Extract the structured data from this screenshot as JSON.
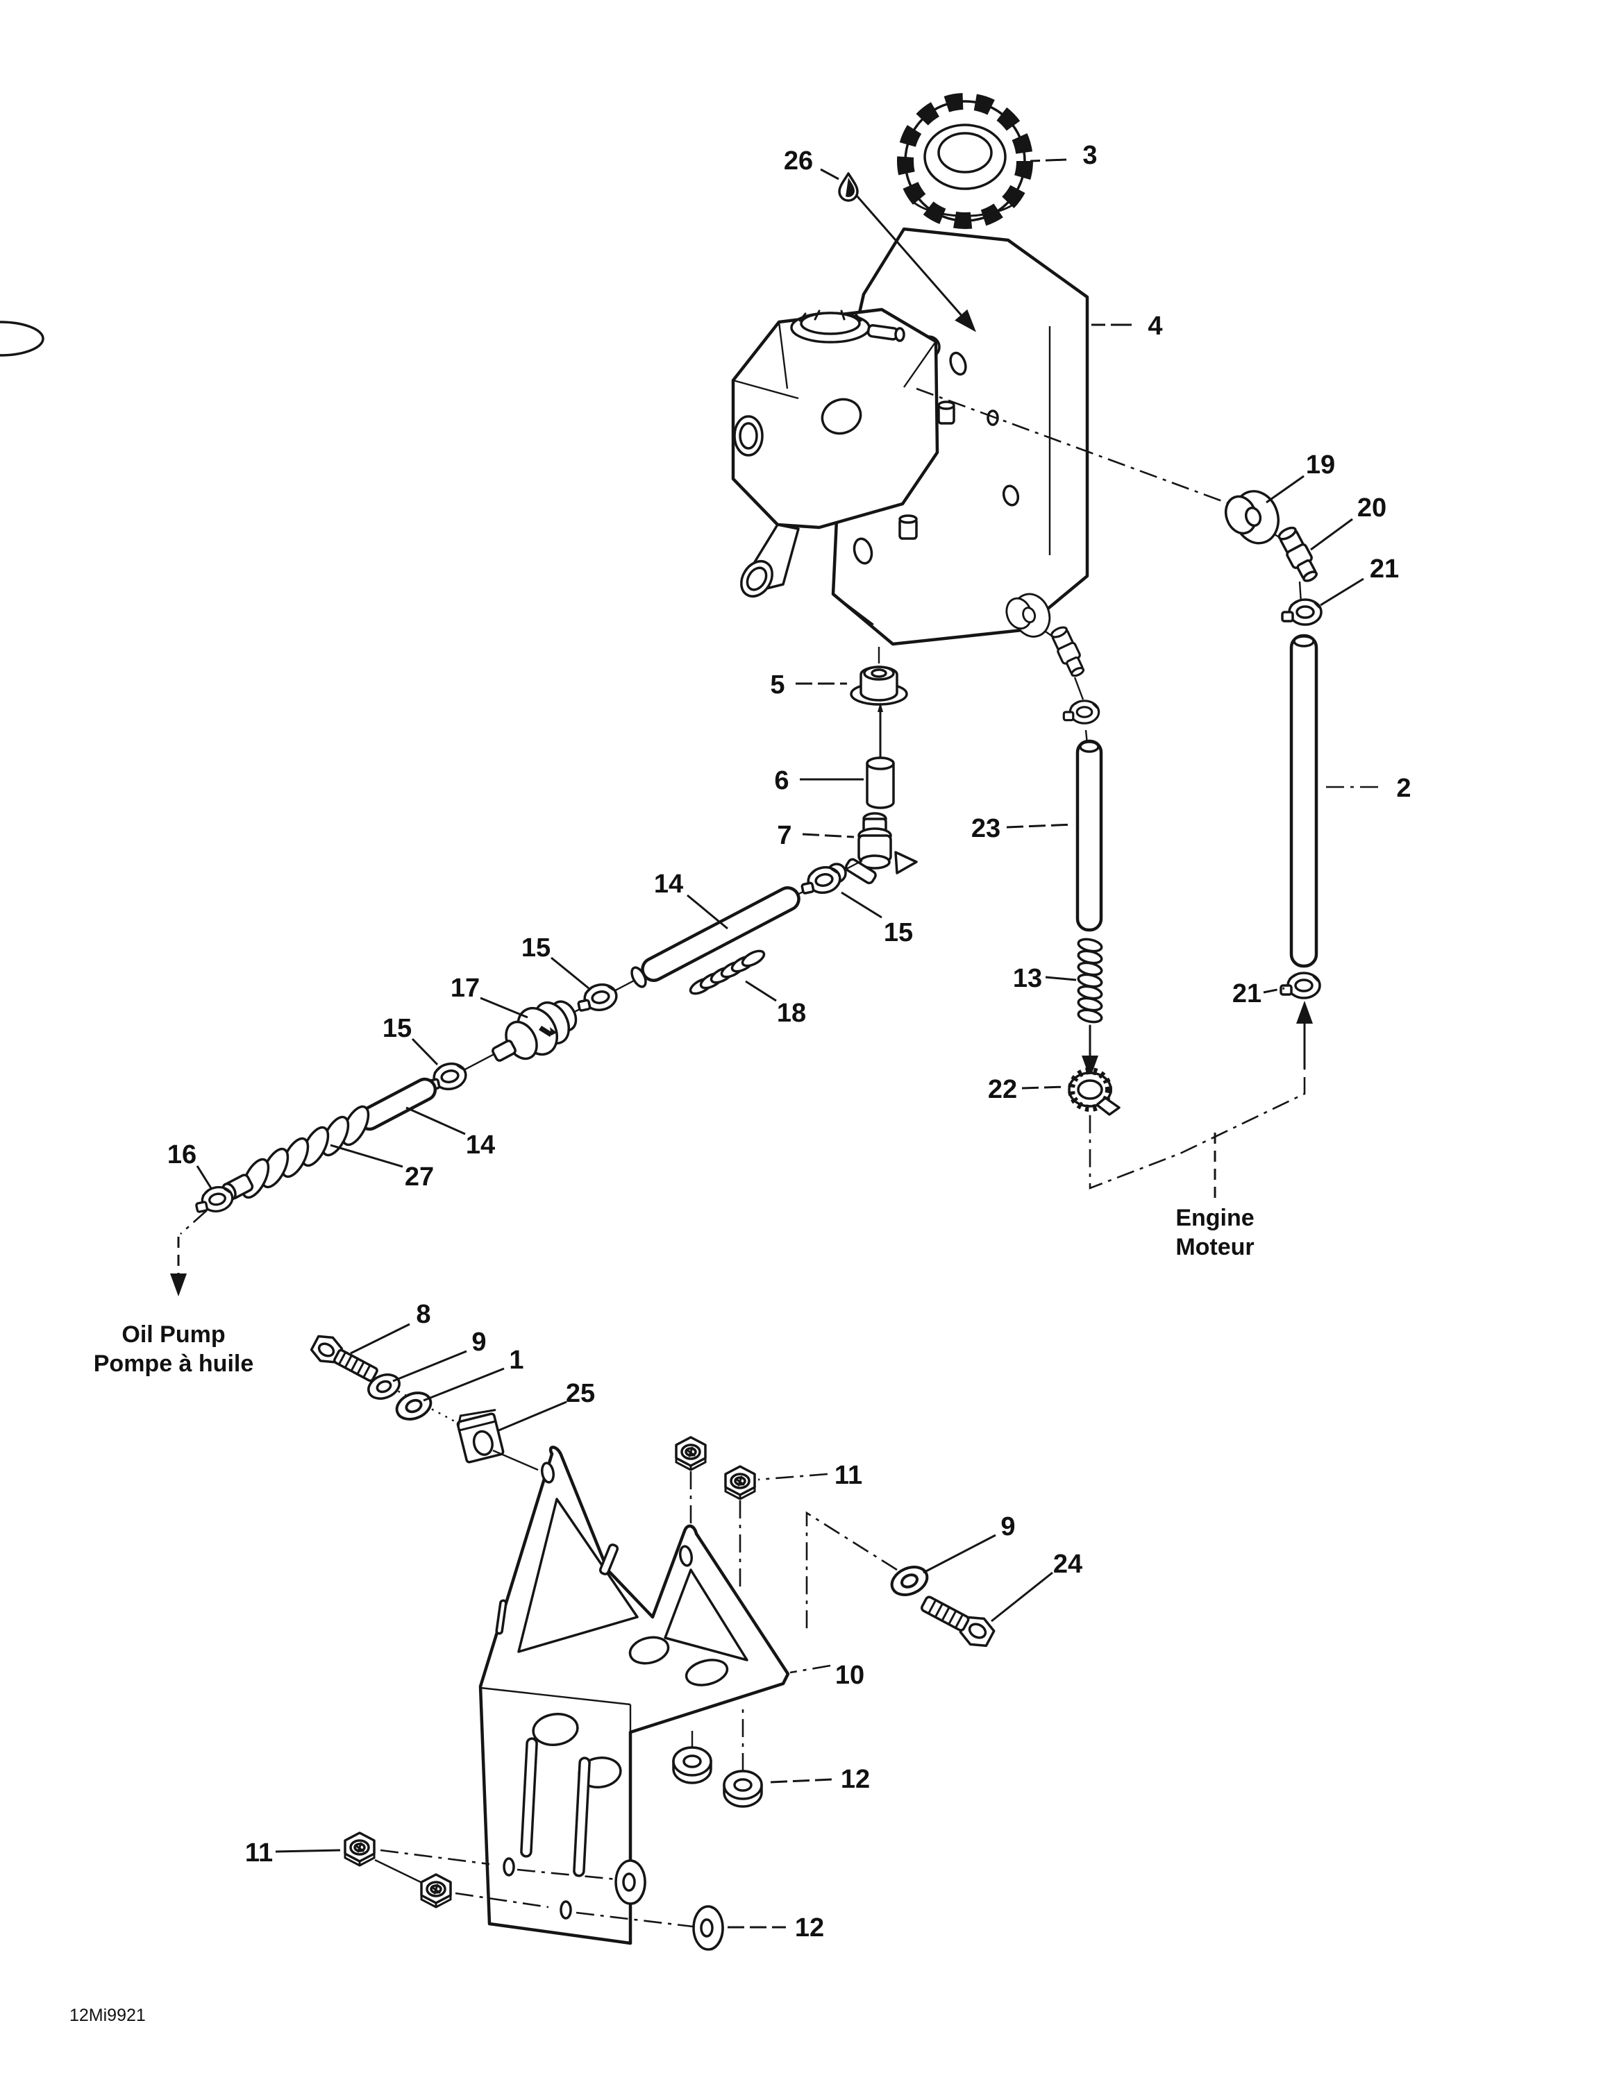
{
  "figure": {
    "code": "12Mi9921",
    "region_labels": {
      "oil_pump": [
        "Oil Pump",
        "Pompe à huile"
      ],
      "engine": [
        "Engine",
        "Moteur"
      ]
    },
    "callouts": [
      {
        "label": "26"
      },
      {
        "label": "3"
      },
      {
        "label": "4"
      },
      {
        "label": "19"
      },
      {
        "label": "20"
      },
      {
        "label": "21"
      },
      {
        "label": "2"
      },
      {
        "label": "5"
      },
      {
        "label": "6"
      },
      {
        "label": "7"
      },
      {
        "label": "23"
      },
      {
        "label": "13"
      },
      {
        "label": "22"
      },
      {
        "label": "21"
      },
      {
        "label": "14"
      },
      {
        "label": "15"
      },
      {
        "label": "18"
      },
      {
        "label": "15"
      },
      {
        "label": "17"
      },
      {
        "label": "15"
      },
      {
        "label": "14"
      },
      {
        "label": "27"
      },
      {
        "label": "16"
      },
      {
        "label": "8"
      },
      {
        "label": "9"
      },
      {
        "label": "1"
      },
      {
        "label": "25"
      },
      {
        "label": "11"
      },
      {
        "label": "9"
      },
      {
        "label": "24"
      },
      {
        "label": "10"
      },
      {
        "label": "12"
      },
      {
        "label": "11"
      },
      {
        "label": "12"
      }
    ]
  }
}
